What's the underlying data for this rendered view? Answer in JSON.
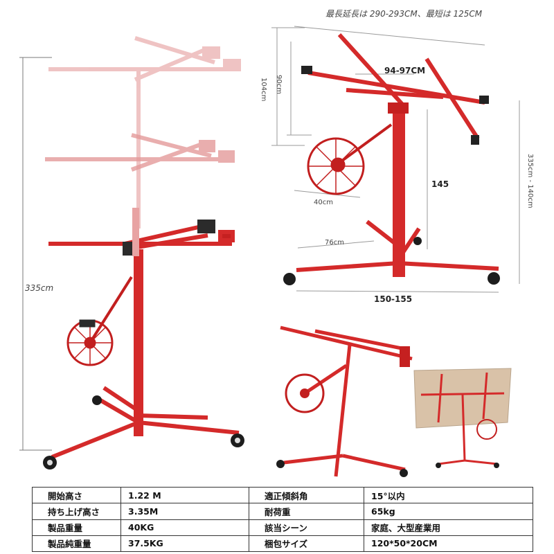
{
  "main_image": {
    "height_label": "335cm"
  },
  "side_view": {
    "top_caption": "最長延長は 290-293CM、最短は 125CM",
    "labels": {
      "crossbar_width": "94-97CM",
      "left_height_outer": "104cm",
      "left_height_inner": "90cm",
      "mast_height": "145",
      "wheel_diameter": "40cm",
      "base_depth": "76cm",
      "base_width": "150-155",
      "total_height": "335cm - 140cm"
    }
  },
  "specs": {
    "rows": [
      {
        "k1": "開始高さ",
        "v1": "1.22 M",
        "k2": "適正傾斜角",
        "v2": "15°以内"
      },
      {
        "k1": "持ち上げ高さ",
        "v1": "3.35M",
        "k2": "耐荷重",
        "v2": "65kg"
      },
      {
        "k1": "製品重量",
        "v1": "40KG",
        "k2": "該当シーン",
        "v2": "家庭、大型産業用"
      },
      {
        "k1": "製品純重量",
        "v1": "37.5KG",
        "k2": "梱包サイズ",
        "v2": "120*50*20CM"
      }
    ]
  },
  "colors": {
    "frame_red": "#d42a2a",
    "frame_dark": "#8e1414",
    "ghost_red": "#e8a3a3",
    "panel_board": "#d9c2a8",
    "dim_line": "#9a9a9a"
  }
}
